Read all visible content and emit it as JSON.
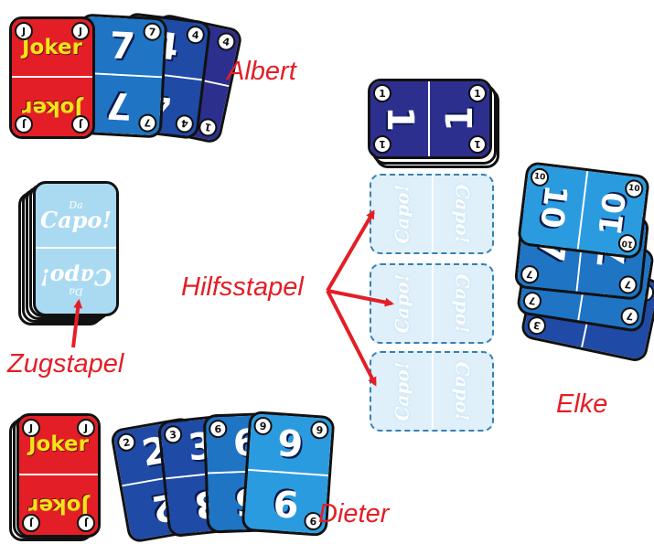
{
  "labels": {
    "albert": "Albert",
    "elke": "Elke",
    "dieter": "Dieter",
    "zugstapel": "Zugstapel",
    "hilfsstapel": "Hilfsstapel"
  },
  "albert_hand": [
    {
      "rank": "4",
      "label": "1",
      "color": "#2d2f8f"
    },
    {
      "rank": "4",
      "label": "4",
      "color": "#1f4aa6"
    },
    {
      "rank": "7",
      "label": "7",
      "color": "#1f74c4"
    },
    {
      "rank": "J",
      "label": "Joker",
      "color": "#e41e26"
    }
  ],
  "center_pile": {
    "rank": "1",
    "label": "1",
    "color": "#2d2f8f"
  },
  "draw_pile": {
    "brand_small": "Da",
    "brand": "Capo!",
    "color": "#a9daf2"
  },
  "aux_piles": [
    {
      "brand": "Capo!"
    },
    {
      "brand": "Capo!"
    },
    {
      "brand": "Capo!"
    }
  ],
  "elke_hand": [
    {
      "rank": "3",
      "label": "3",
      "color": "#1f4aa6"
    },
    {
      "rank": "7",
      "label": "7",
      "color": "#1f74c4"
    },
    {
      "rank": "7",
      "label": "7",
      "color": "#1f74c4"
    },
    {
      "rank": "10",
      "label": "10",
      "color": "#2b9be0"
    }
  ],
  "dieter_joker": {
    "rank": "J",
    "label": "Joker",
    "color": "#e41e26"
  },
  "dieter_hand": [
    {
      "rank": "2",
      "label": "2",
      "color": "#1f4aa6"
    },
    {
      "rank": "3",
      "label": "3",
      "color": "#1f4aa6"
    },
    {
      "rank": "6",
      "label": "6",
      "color": "#1f74c4"
    },
    {
      "rank": "9",
      "label": "9",
      "color": "#2b9be0"
    }
  ]
}
